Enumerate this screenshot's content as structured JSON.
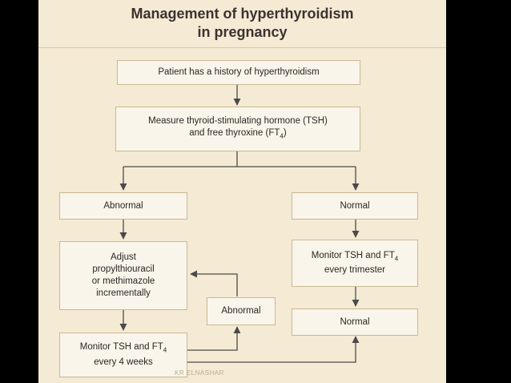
{
  "title": {
    "line1": "Management of hyperthyroidism",
    "line2": "in pregnancy"
  },
  "nodes": {
    "history": "Patient has a history of hyperthyroidism",
    "measure_line1": "Measure thyroid-stimulating hormone (TSH)",
    "measure_line2": "and free thyroxine (FT",
    "measure_sub": "4",
    "measure_end": ")",
    "abnormal_left": "Abnormal",
    "normal_right": "Normal",
    "adjust_line1": "Adjust",
    "adjust_line2": "propylthiouracil",
    "adjust_line3": "or methimazole",
    "adjust_line4": "incrementally",
    "monitor_trimester_line1": "Monitor TSH and FT",
    "monitor_trimester_sub": "4",
    "monitor_trimester_line2": "every trimester",
    "abnormal_mid": "Abnormal",
    "normal_bottom": "Normal",
    "monitor_weeks_line1": "Monitor TSH and FT",
    "monitor_weeks_sub": "4",
    "monitor_weeks_line2": "every 4 weeks"
  },
  "watermark": "KR ELNASHAR",
  "colors": {
    "background": "#f5ead3",
    "box_fill": "#faf5ea",
    "box_border": "#c9b894",
    "arrow": "#4a4a4a",
    "text": "#2b2623"
  }
}
